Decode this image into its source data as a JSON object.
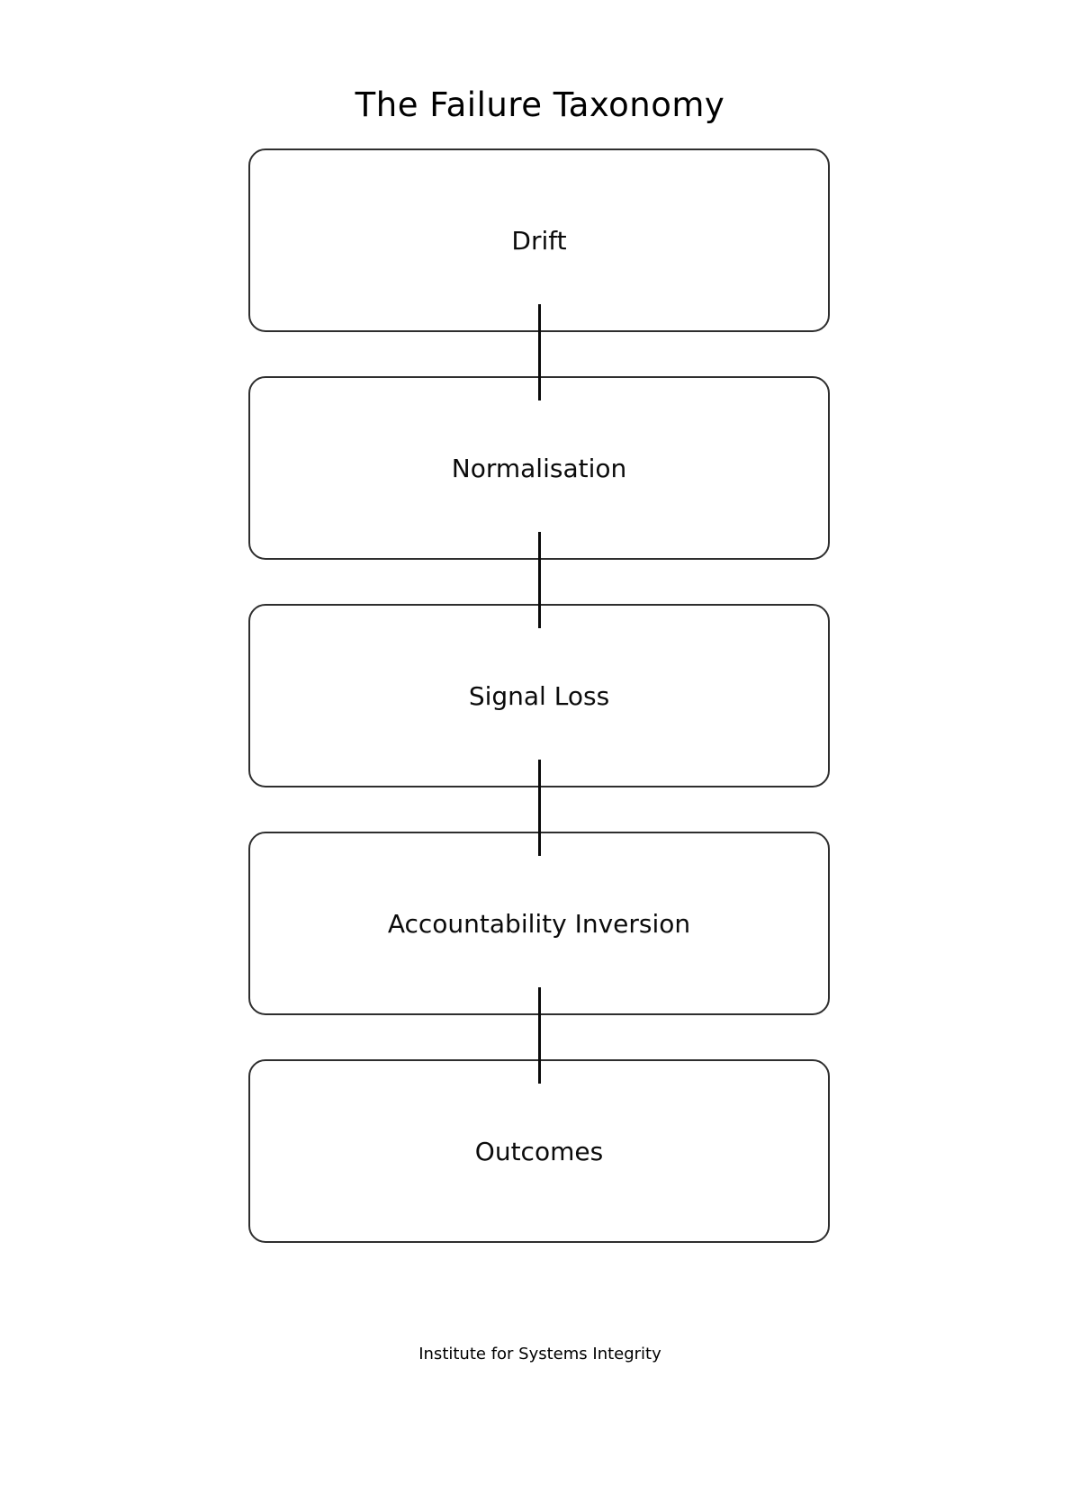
{
  "page": {
    "title": "The Failure Taxonomy",
    "footer": "Institute for Systems Integrity"
  },
  "diagram": {
    "type": "flowchart",
    "direction": "top-down",
    "nodes": [
      {
        "label": "Drift"
      },
      {
        "label": "Normalisation"
      },
      {
        "label": "Signal Loss"
      },
      {
        "label": "Accountability Inversion"
      },
      {
        "label": "Outcomes"
      }
    ],
    "connections": [
      {
        "from": "Drift",
        "to": "Normalisation"
      },
      {
        "from": "Normalisation",
        "to": "Signal Loss"
      },
      {
        "from": "Signal Loss",
        "to": "Accountability Inversion"
      },
      {
        "from": "Accountability Inversion",
        "to": "Outcomes"
      }
    ],
    "colors": {
      "background": "#ffffff",
      "box_border": "#2e2e2e",
      "connector": "#0a0a0a",
      "text": "#000000"
    }
  }
}
